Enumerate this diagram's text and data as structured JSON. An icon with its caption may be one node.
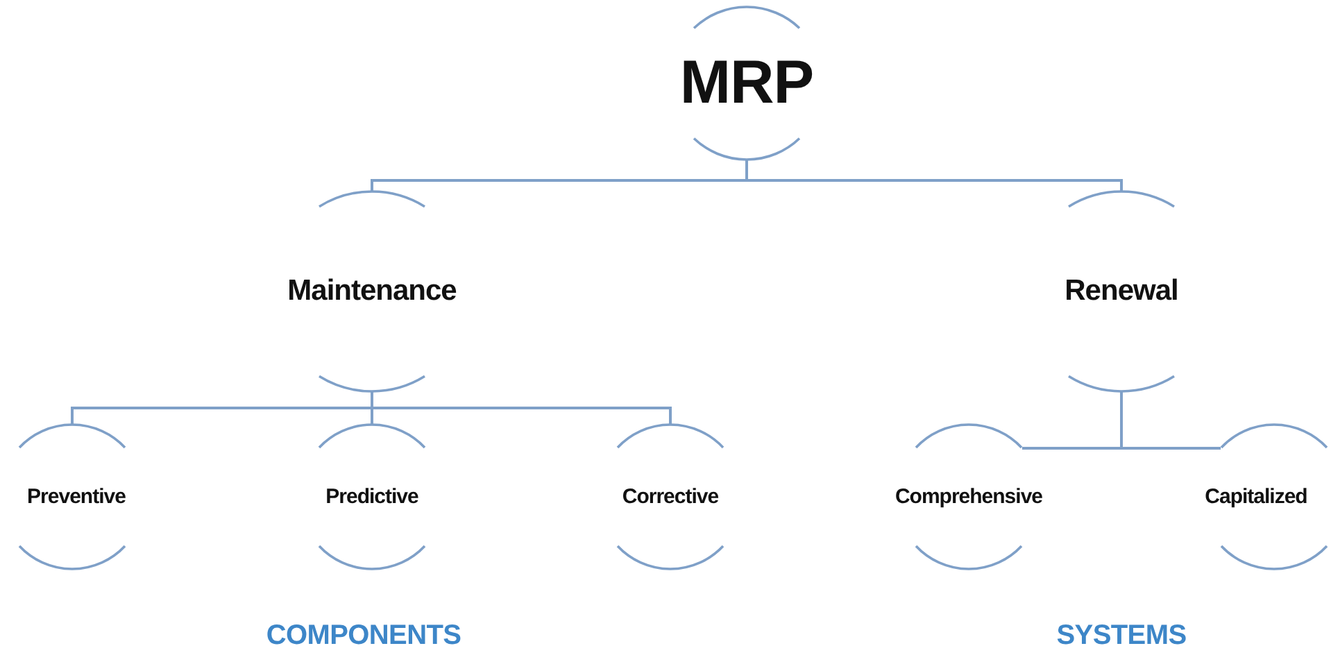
{
  "diagram": {
    "nodes": [
      {
        "text": [
          "MRP"
        ]
      },
      {
        "text": [
          "Maintenance"
        ]
      },
      {
        "text": [
          "Renewal"
        ]
      },
      {
        "text": [
          "Preventive"
        ]
      },
      {
        "text": [
          "Predictive"
        ]
      },
      {
        "text": [
          "Corrective"
        ]
      },
      {
        "text": [
          "Comprehensive"
        ]
      },
      {
        "text": [
          "Capitalized"
        ]
      }
    ],
    "edges": [
      {
        "from": 0,
        "to": 1,
        "arrow": "none"
      },
      {
        "from": 0,
        "to": 2,
        "arrow": "none"
      },
      {
        "from": 1,
        "to": 3,
        "arrow": "none"
      },
      {
        "from": 1,
        "to": 4,
        "arrow": "none"
      },
      {
        "from": 1,
        "to": 5,
        "arrow": "none"
      },
      {
        "from": 2,
        "to": 6,
        "arrow": "none"
      },
      {
        "from": 2,
        "to": 7,
        "arrow": "none"
      }
    ],
    "labels": [
      "COMPONENTS",
      "SYSTEMS"
    ]
  }
}
